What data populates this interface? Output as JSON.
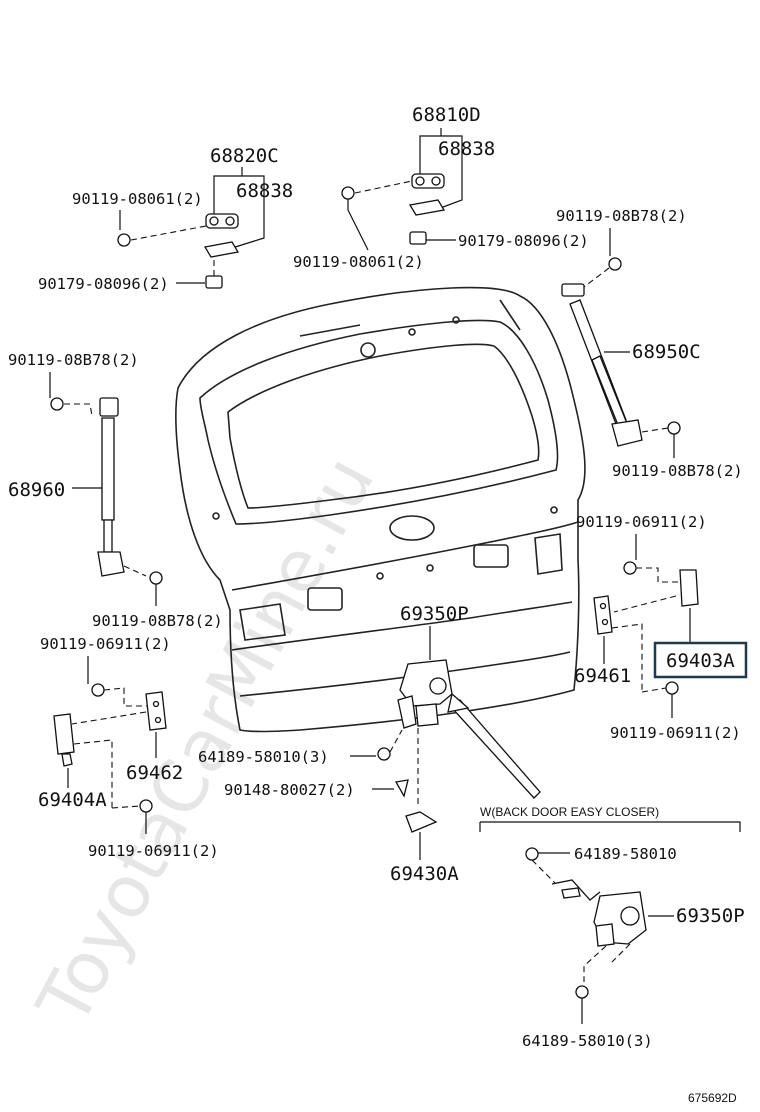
{
  "watermark": "ToyotaCarMine.ru",
  "diagram_id": "675692D",
  "variant_label": "W(BACK DOOR EASY CLOSER)",
  "labels": {
    "p68810D": "68810D",
    "p68838_top": "68838",
    "p68820C": "68820C",
    "p68838_left": "68838",
    "b90119_08061_l": "90119-08061(2)",
    "b90119_08061_r": "90119-08061(2)",
    "b90179_08096_r": "90179-08096(2)",
    "b90179_08096_l": "90179-08096(2)",
    "b90119_08B78_tr": "90119-08B78(2)",
    "p68950C": "68950C",
    "b90119_08B78_r2": "90119-08B78(2)",
    "b90119_08B78_l": "90119-08B78(2)",
    "p68960": "68960",
    "b90119_08B78_l2": "90119-08B78(2)",
    "b90119_06911_r": "90119-06911(2)",
    "p69350P": "69350P",
    "p69403A": "69403A",
    "p69461": "69461",
    "b90119_06911_r2": "90119-06911(2)",
    "b90119_06911_l": "90119-06911(2)",
    "p69462": "69462",
    "p69404A": "69404A",
    "b64189_58010_3": "64189-58010(3)",
    "b90148_80027": "90148-80027(2)",
    "b90119_06911_l2": "90119-06911(2)",
    "p69430A": "69430A",
    "b64189_58010": "64189-58010",
    "p69350P_b": "69350P",
    "b64189_58010_3b": "64189-58010(3)"
  }
}
